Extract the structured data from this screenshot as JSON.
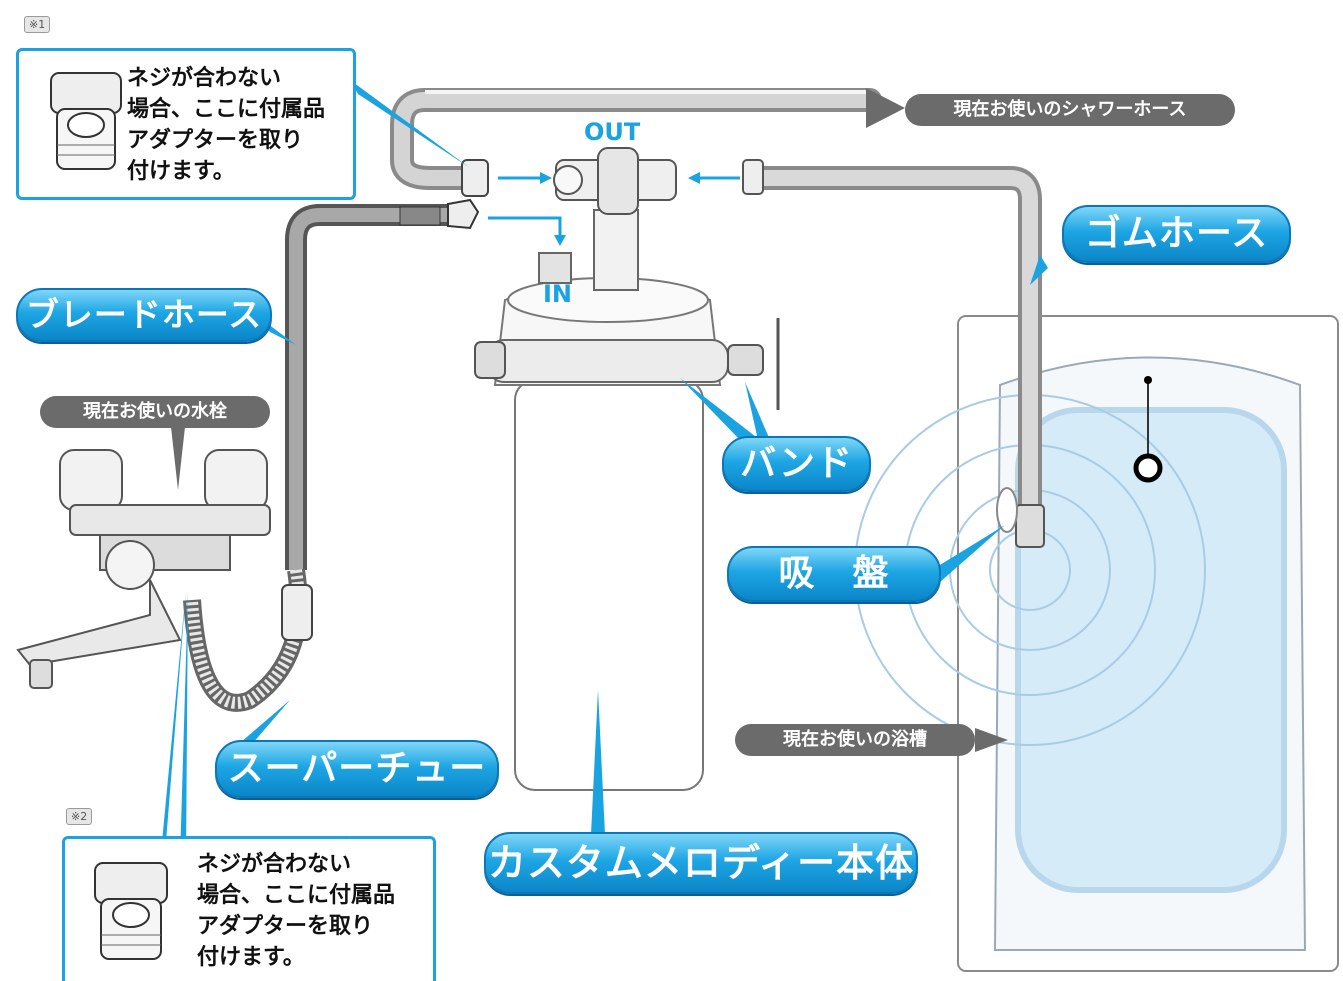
{
  "notes": {
    "note1": {
      "tag": "※1",
      "text": "ネジが合わない\n場合、ここに付属品\nアダプターを取り\n付けます。"
    },
    "note2": {
      "tag": "※2",
      "text": "ネジが合わない\n場合、ここに付属品\nアダプターを取り\n付けます。"
    }
  },
  "labels": {
    "shower_hose": "現在お使いのシャワーホース",
    "rubber_hose": "ゴムホース",
    "braided_hose": "ブレードホース",
    "faucet": "現在お使いの水栓",
    "band": "バンド",
    "suction_cup": "吸　盤",
    "bathtub": "現在お使いの浴槽",
    "super_tube": "スーパーチューブ",
    "main_unit": "カスタムメロディー本体",
    "out": "OUT",
    "in": "IN"
  },
  "colors": {
    "accent_blue": "#1aa3e0",
    "gray_label": "#6b6b6b",
    "water": "#d6ebf8"
  }
}
